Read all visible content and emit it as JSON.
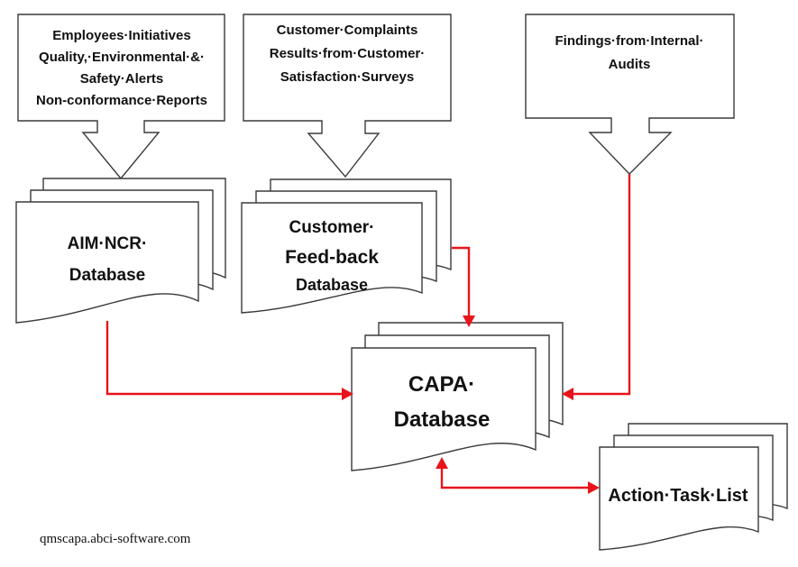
{
  "sources": {
    "employees_box": [
      "Employees·Initiatives",
      "Quality,·Environmental·&·",
      "Safety·Alerts",
      "Non-conformance·Reports"
    ],
    "customer_box": [
      "Customer·Complaints",
      "Results·from·Customer·",
      "Satisfaction·Surveys"
    ],
    "audits_box": [
      "Findings·from·Internal·",
      "Audits"
    ]
  },
  "databases": {
    "aim_ncr": [
      "AIM·NCR·",
      "Database"
    ],
    "customer_feedback": [
      "Customer·",
      "Feed-back",
      "Database"
    ],
    "capa": [
      "CAPA·",
      "Database"
    ],
    "action_task_list": [
      "Action·Task·List"
    ]
  },
  "footer": {
    "watermark": "qmscapa.abci-software.com"
  },
  "colors": {
    "arrow": "#e8141b",
    "outline": "#3a3a3a",
    "text": "#111111",
    "background": "#ffffff"
  }
}
